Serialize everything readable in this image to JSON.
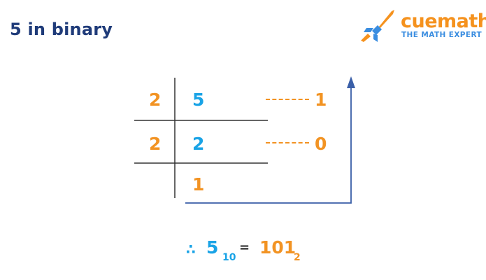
{
  "title": "5 in binary",
  "logo": {
    "name": "cuemath",
    "tagline": "THE MATH EXPERT"
  },
  "table": {
    "rows": [
      {
        "divisor": "2",
        "dividend": "5",
        "remainder": "1"
      },
      {
        "divisor": "2",
        "dividend": "2",
        "remainder": "0"
      }
    ],
    "final_quotient": "1"
  },
  "result": {
    "therefore": "∴",
    "decimal": "5",
    "decimal_base": "10",
    "equals": "=",
    "binary": "101",
    "binary_base": "2"
  },
  "colors": {
    "title": "#1f3b79",
    "orange": "#f29323",
    "blue": "#19a3e6",
    "arrow": "#3a5fa8",
    "lines": "#333333"
  }
}
